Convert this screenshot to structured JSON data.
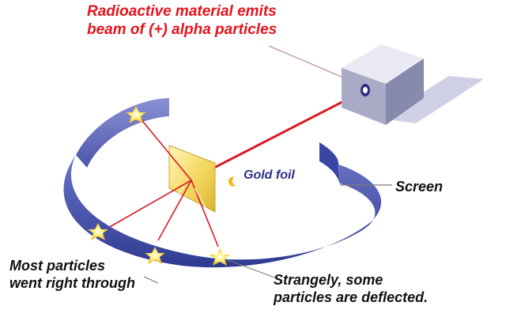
{
  "labels": {
    "source_line1": "Radioactive material emits",
    "source_line2": "beam of (+) alpha particles",
    "foil": "Gold foil",
    "screen": "Screen",
    "most_line1": "Most particles",
    "most_line2": "went right through",
    "deflected_line1": "Strangely, some",
    "deflected_line2": "particles are deflected."
  },
  "colors": {
    "label_red": "#e3141d",
    "label_black": "#111111",
    "label_blue": "#2b2f85",
    "screen_band": "#3a46a3",
    "foil": "#f6dc6a",
    "beam": "#d81a24",
    "flash": "#ffe24a"
  }
}
